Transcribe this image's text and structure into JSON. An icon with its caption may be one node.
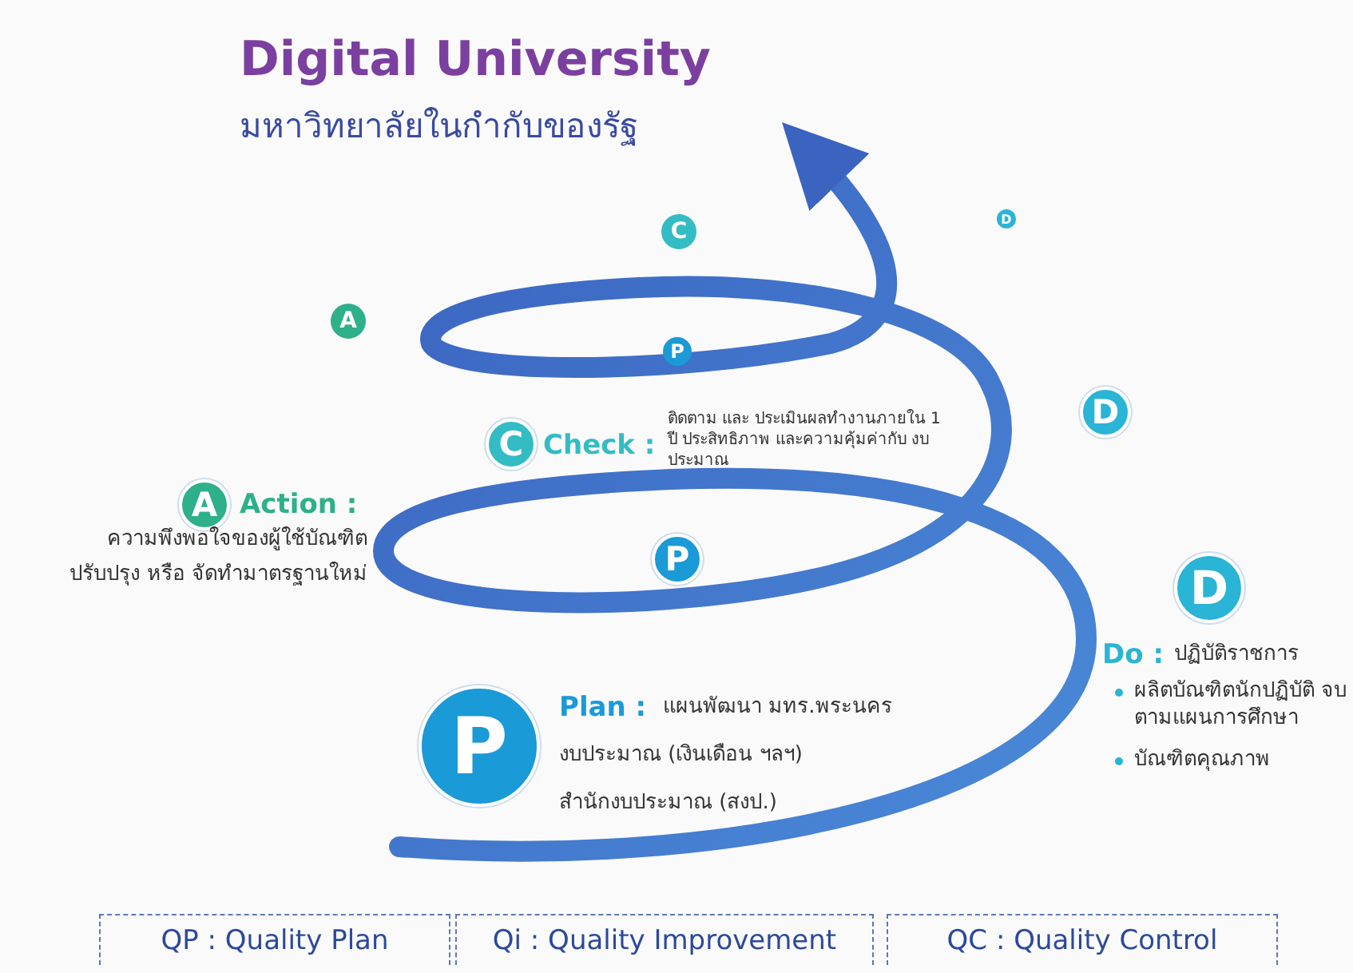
{
  "diagram": {
    "title": "Digital University",
    "nodes": [
      {
        "text": [
          "C"
        ]
      },
      {
        "text": [
          "D"
        ]
      },
      {
        "text": [
          "A"
        ]
      },
      {
        "text": [
          "P"
        ]
      },
      {
        "text": [
          "D"
        ]
      },
      {
        "text": [
          "C"
        ],
        "beside": [
          "Check :",
          "ติดตาม และ ประเมินผลทำงานภายใน 1 ปี ประสิทธิภาพ และความคุ้มค่ากับ งบประมาณ"
        ]
      },
      {
        "text": [
          "A"
        ],
        "beside": [
          "Action :",
          "ความพึงพอใจของผู้ใช้บัณฑิต",
          "ปรับปรุง หรือ จัดทำมาตรฐานใหม่"
        ]
      },
      {
        "text": [
          "P"
        ]
      },
      {
        "text": [
          "D"
        ],
        "beside": [
          "Do :",
          "ปฏิบัติราชการ",
          "ผลิตบัณฑิตนักปฏิบัติ จบตามแผนการศึกษา",
          "บัณฑิตคุณภาพ"
        ]
      },
      {
        "text": [
          "P"
        ],
        "beside": [
          "Plan :",
          "แผนพัฒนา มทร.พระนคร",
          "งบประมาณ (เงินเดือน ฯลฯ)",
          "สำนักงบประมาณ (สงป.)"
        ]
      },
      {
        "text": [
          "QP : Quality Plan"
        ]
      },
      {
        "text": [
          "Qi : Quality Improvement"
        ]
      },
      {
        "text": [
          "QC : Quality Control"
        ]
      }
    ],
    "edges": [],
    "labels": [
      "มหาวิทยาลัยในกำกับของรัฐ"
    ]
  }
}
